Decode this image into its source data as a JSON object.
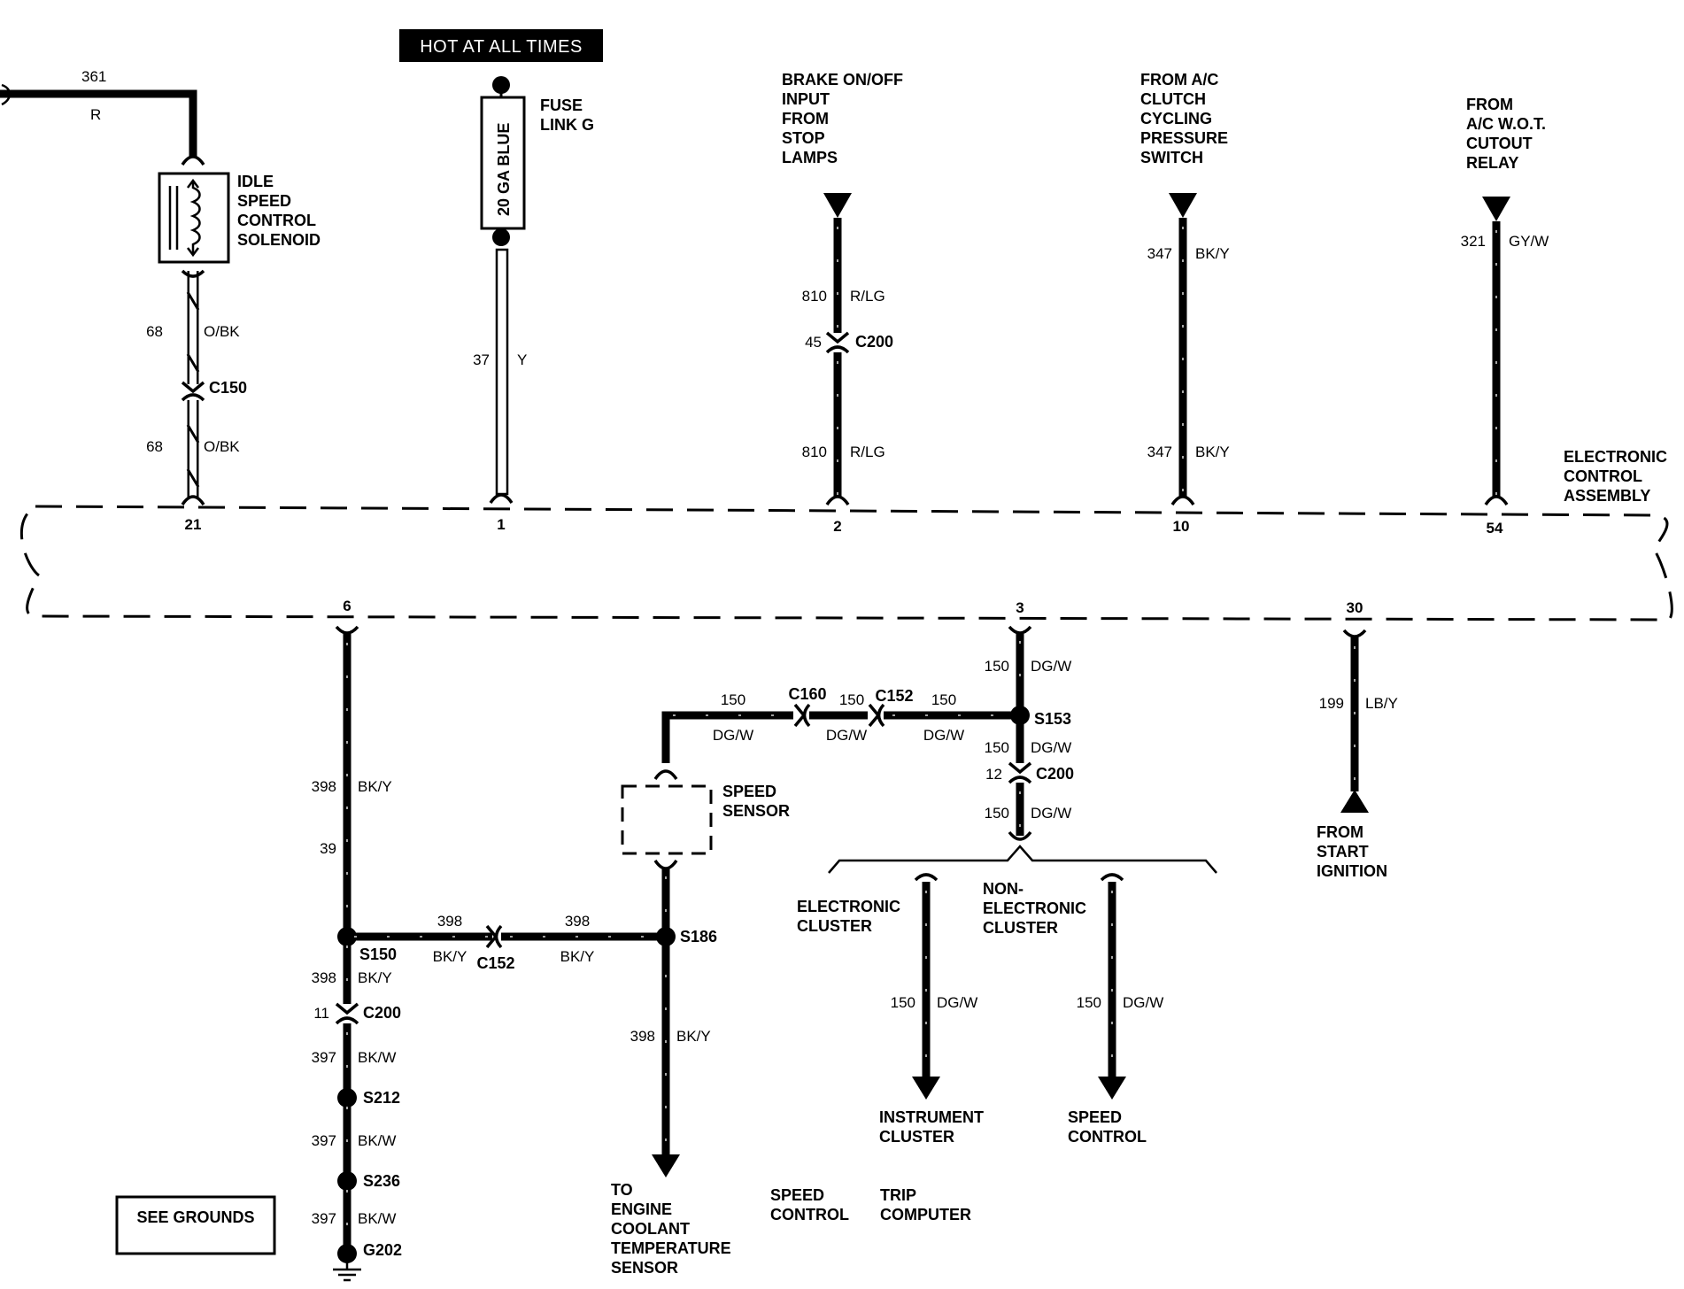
{
  "header": {
    "hot_label": "HOT AT ALL TIMES"
  },
  "ecu": {
    "name_lines": [
      "ELECTRONIC",
      "CONTROL",
      "ASSEMBLY"
    ]
  },
  "pins": {
    "p21": "21",
    "p1": "1",
    "p2": "2",
    "p10": "10",
    "p54": "54",
    "p6": "6",
    "p3": "3",
    "p30": "30"
  },
  "solenoid": {
    "lines": [
      "IDLE",
      "SPEED",
      "CONTROL",
      "SOLENOID"
    ]
  },
  "fuse": {
    "gauge": "20 GA BLUE",
    "lines": [
      "FUSE",
      "LINK G"
    ]
  },
  "brake": {
    "lines": [
      "BRAKE ON/OFF",
      "INPUT",
      "FROM",
      "STOP",
      "LAMPS"
    ]
  },
  "ac_clutch": {
    "lines": [
      "FROM A/C",
      "CLUTCH",
      "CYCLING",
      "PRESSURE",
      "SWITCH"
    ]
  },
  "wot": {
    "lines": [
      "FROM",
      "A/C W.O.T.",
      "CUTOUT",
      "RELAY"
    ]
  },
  "speed_sensor": {
    "lines": [
      "SPEED",
      "SENSOR"
    ]
  },
  "start": {
    "lines": [
      "FROM",
      "START",
      "IGNITION"
    ]
  },
  "electronic_cluster": {
    "lines": [
      "ELECTRONIC",
      "CLUSTER"
    ]
  },
  "non_electronic_cluster": {
    "lines": [
      "NON-",
      "ELECTRONIC",
      "CLUSTER"
    ]
  },
  "instrument_cluster": {
    "lines": [
      "INSTRUMENT",
      "CLUSTER"
    ]
  },
  "speed_control": {
    "lines": [
      "SPEED",
      "CONTROL"
    ]
  },
  "engine_sensor": {
    "lines": [
      "TO",
      "ENGINE",
      "COOLANT",
      "TEMPERATURE",
      "SENSOR"
    ]
  },
  "legend_speed_control": {
    "lines": [
      "SPEED",
      "CONTROL"
    ]
  },
  "legend_trip_computer": {
    "lines": [
      "TRIP",
      "COMPUTER"
    ]
  },
  "see_grounds": "SEE GROUNDS",
  "wires": {
    "w361": {
      "num": "361",
      "color": "R"
    },
    "w68a": {
      "num": "68",
      "color": "O/BK"
    },
    "w68b": {
      "num": "68",
      "color": "O/BK"
    },
    "w37": {
      "num": "37",
      "color": "Y"
    },
    "w810a": {
      "num": "810",
      "color": "R/LG"
    },
    "w810b": {
      "num": "810",
      "color": "R/LG"
    },
    "w347a": {
      "num": "347",
      "color": "BK/Y"
    },
    "w347b": {
      "num": "347",
      "color": "BK/Y"
    },
    "w321": {
      "num": "321",
      "color": "GY/W"
    },
    "w398a": {
      "num": "398",
      "color": "BK/Y"
    },
    "w398b": {
      "num": "398",
      "color": "BK/Y"
    },
    "w398c": {
      "num": "398",
      "color": "BK/Y"
    },
    "w398d": {
      "num": "398",
      "color": "BK/Y"
    },
    "w398e": {
      "num": "398",
      "color": "BK/Y"
    },
    "w397a": {
      "num": "397",
      "color": "BK/W"
    },
    "w397b": {
      "num": "397",
      "color": "BK/W"
    },
    "w397c": {
      "num": "397",
      "color": "BK/W"
    },
    "w150a": {
      "num": "150",
      "color": "DG/W"
    },
    "w150b": {
      "num": "150",
      "color": "DG/W"
    },
    "w150c": {
      "num": "150",
      "color": "DG/W"
    },
    "w150d": {
      "num": "150",
      "color": "DG/W"
    },
    "w150e": {
      "num": "150",
      "color": "DG/W"
    },
    "w150f": {
      "num": "150",
      "color": "DG/W"
    },
    "w150g": {
      "num": "150",
      "color": "DG/W"
    },
    "w150h": {
      "num": "150",
      "color": "DG/W"
    },
    "w199": {
      "num": "199",
      "color": "LB/Y"
    }
  },
  "connectors": {
    "c150": "C150",
    "c200_top": {
      "name": "C200",
      "pin": "45"
    },
    "c200_mid": {
      "name": "C200",
      "pin": "12"
    },
    "c200_left": {
      "name": "C200",
      "pin": "11"
    },
    "c160": "C160",
    "c152_top": "C152",
    "c152_bottom": "C152"
  },
  "splices": {
    "s153": "S153",
    "s150": "S150",
    "s186": "S186",
    "s212": "S212",
    "s236": "S236",
    "g202": "G202"
  },
  "misc": {
    "pin39": "39"
  }
}
